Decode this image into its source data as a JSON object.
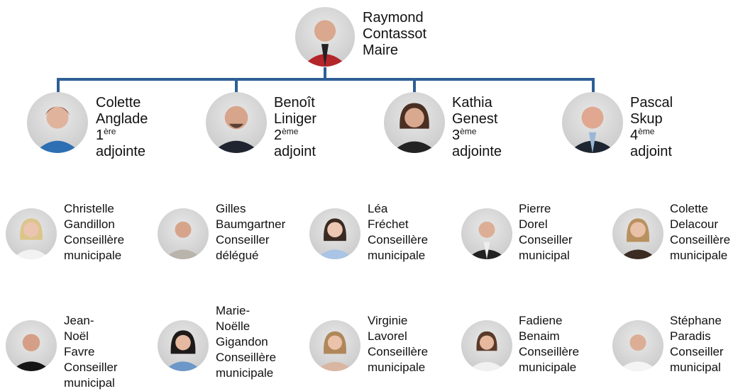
{
  "colors": {
    "connector": "#2f5f95"
  },
  "mayor": {
    "first": "Raymond",
    "last": "Contassot",
    "role": "Maire",
    "photo_icon": "person-photo-icon"
  },
  "adjoints": [
    {
      "first": "Colette",
      "last": "Anglade",
      "rank": "1",
      "suffix": "ère",
      "role": "adjointe"
    },
    {
      "first": "Benoît",
      "last": "Liniger",
      "rank": "2",
      "suffix": "ème",
      "role": "adjoint"
    },
    {
      "first": "Kathia",
      "last": "Genest",
      "rank": "3",
      "suffix": "ème",
      "role": "adjointe"
    },
    {
      "first": "Pascal",
      "last": "Skup",
      "rank": "4",
      "suffix": "ème",
      "role": "adjoint"
    }
  ],
  "councilors_row1": [
    {
      "l1": "Christelle",
      "l2": "Gandillon",
      "l3": "Conseillère",
      "l4": "municipale"
    },
    {
      "l1": "Gilles",
      "l2": "Baumgartner",
      "l3": "Conseiller",
      "l4": "délégué"
    },
    {
      "l1": "Léa",
      "l2": "Fréchet",
      "l3": "Conseillère",
      "l4": "municipale"
    },
    {
      "l1": "Pierre",
      "l2": "Dorel",
      "l3": "Conseiller",
      "l4": "municipal"
    },
    {
      "l1": "Colette",
      "l2": "Delacour",
      "l3": "Conseillère",
      "l4": "municipale"
    }
  ],
  "councilors_row2": [
    {
      "l1": "Jean-Noël",
      "l2": "Favre",
      "l3": "Conseiller",
      "l4": "municipal"
    },
    {
      "l1": "Marie-",
      "l2": "Noëlle",
      "l3": "Gigandon",
      "l4": "Conseillère",
      "l5": "municipale"
    },
    {
      "l1": "Virginie",
      "l2": "Lavorel",
      "l3": "Conseillère",
      "l4": "municipale"
    },
    {
      "l1": "Fadiene",
      "l2": "Benaim",
      "l3": "Conseillère",
      "l4": "municipale"
    },
    {
      "l1": "Stéphane",
      "l2": "Paradis",
      "l3": "Conseiller",
      "l4": "municipal"
    }
  ]
}
